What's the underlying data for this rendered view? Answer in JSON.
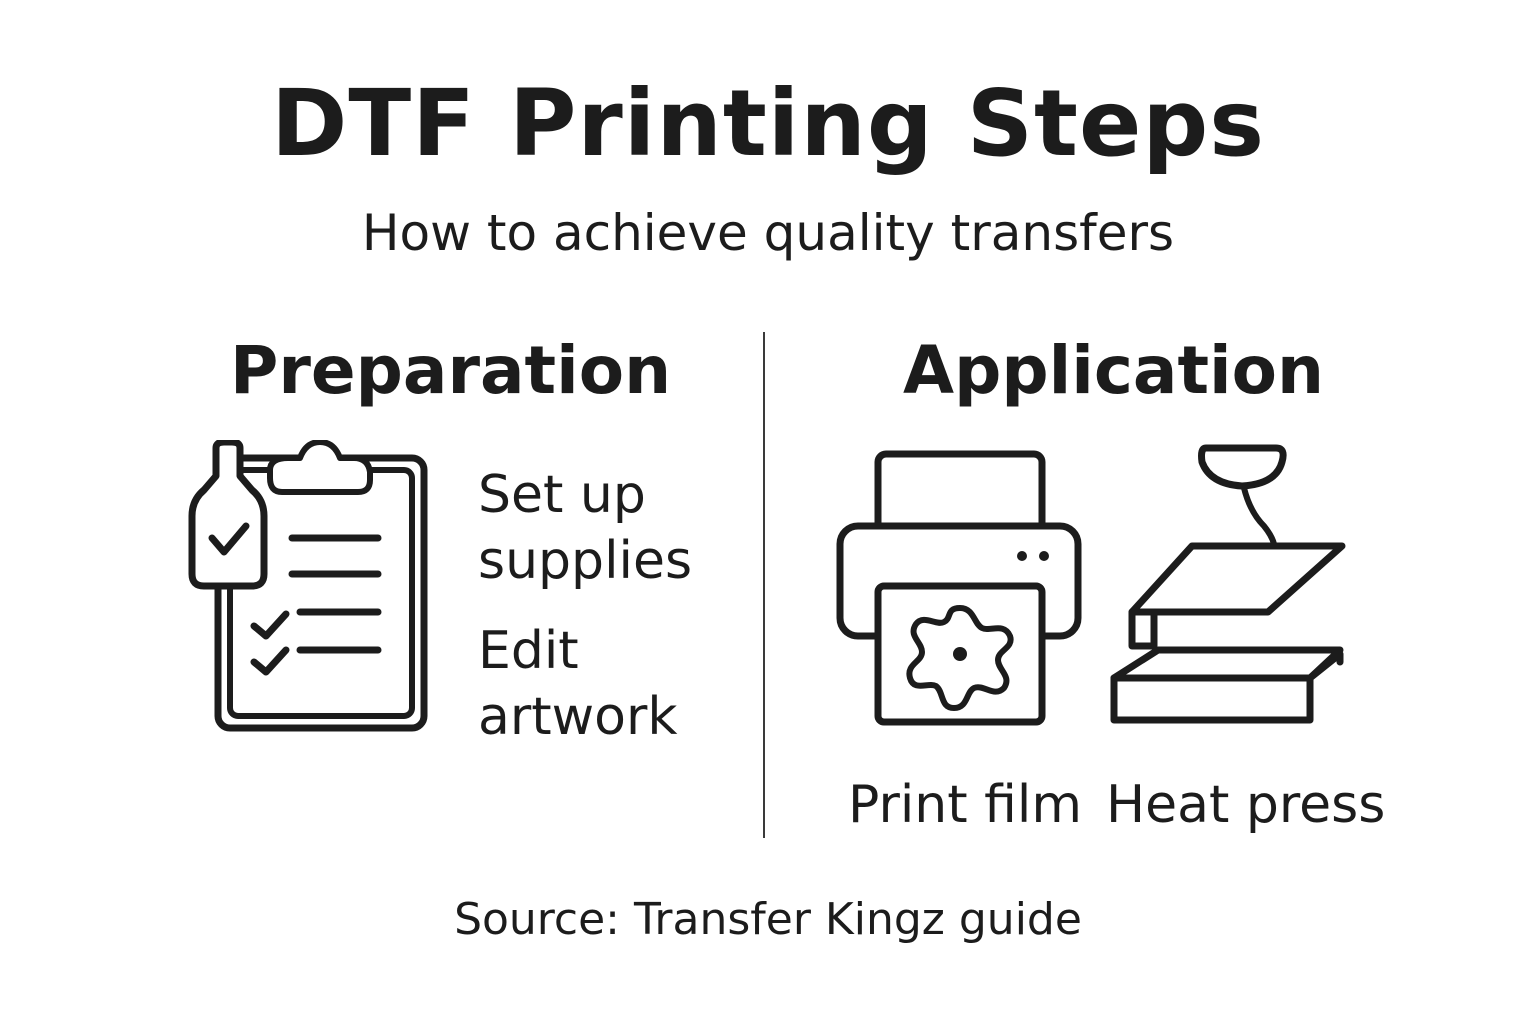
{
  "title": "DTF Printing Steps",
  "subtitle": "How to achieve quality transfers",
  "sections": [
    {
      "title": "Preparation",
      "icon": "clipboard-checklist-icon",
      "steps": [
        "Set up supplies",
        "Edit artwork"
      ]
    },
    {
      "title": "Application",
      "steps": [
        {
          "label": "Print film",
          "icon": "printer-icon"
        },
        {
          "label": "Heat press",
          "icon": "heat-press-icon"
        }
      ]
    }
  ],
  "source": "Source: Transfer Kingz guide",
  "colors": {
    "ink": "#1c1c1c",
    "background": "#ffffff"
  }
}
